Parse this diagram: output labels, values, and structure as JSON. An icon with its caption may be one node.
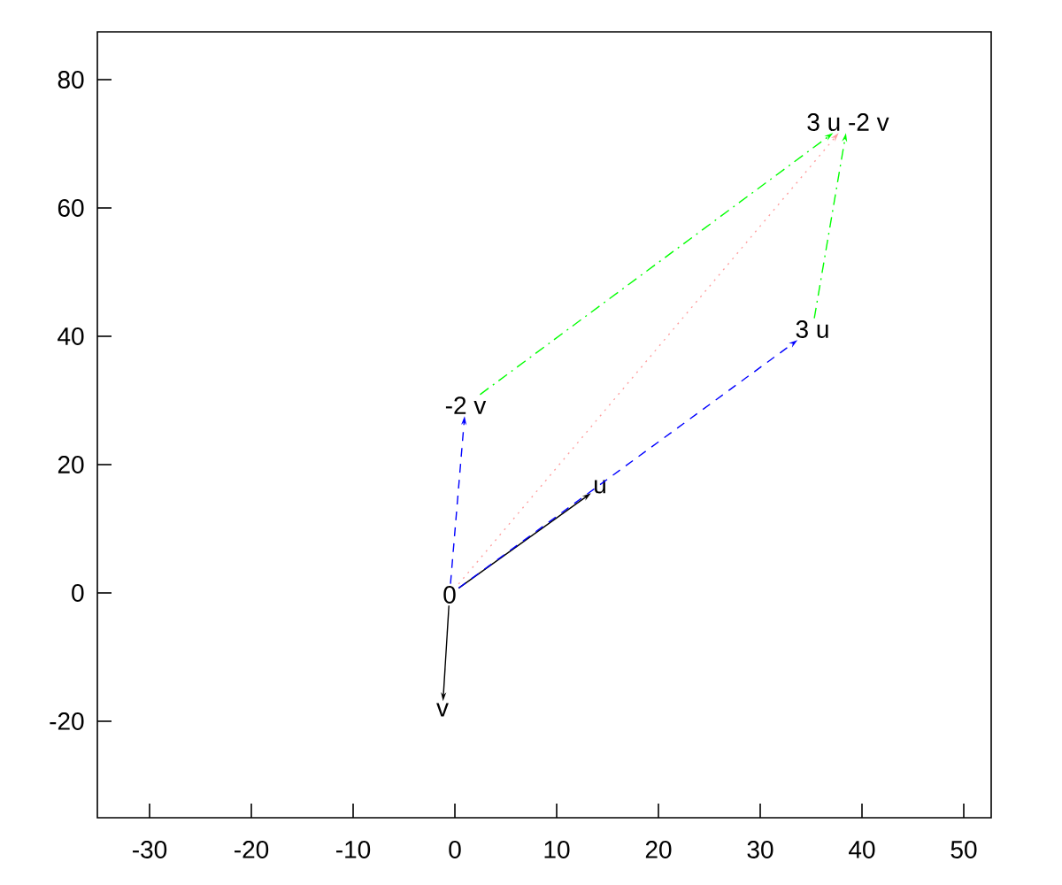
{
  "diagram": {
    "nodes": [
      {
        "text": [
          "3 u -2 v"
        ]
      },
      {
        "text": [
          "3 u"
        ]
      },
      {
        "text": [
          "-2 v"
        ]
      },
      {
        "text": [
          "u"
        ]
      },
      {
        "text": [
          "0"
        ]
      },
      {
        "text": [
          "v"
        ]
      }
    ],
    "edges": [
      {
        "from": 4,
        "to": 3,
        "arrow": "to"
      },
      {
        "from": 4,
        "to": 5,
        "arrow": "to"
      },
      {
        "from": 4,
        "to": 1,
        "arrow": "to",
        "style": "dashed",
        "color": "#0000ff"
      },
      {
        "from": 4,
        "to": 2,
        "arrow": "to",
        "style": "dashed",
        "color": "#0000ff"
      },
      {
        "from": 2,
        "to": 0,
        "arrow": "to",
        "style": "dashed",
        "color": "#00ff00"
      },
      {
        "from": 1,
        "to": 0,
        "arrow": "to",
        "style": "dashed",
        "color": "#00ff00"
      },
      {
        "from": 4,
        "to": 0,
        "arrow": "to",
        "style": "dashed",
        "color": "#ffa0a0"
      }
    ],
    "labels": [
      "80",
      "60",
      "40",
      "20",
      "0",
      "-20",
      "-30",
      "-20",
      "-10",
      "0",
      "10",
      "20",
      "30",
      "40",
      "50"
    ]
  }
}
